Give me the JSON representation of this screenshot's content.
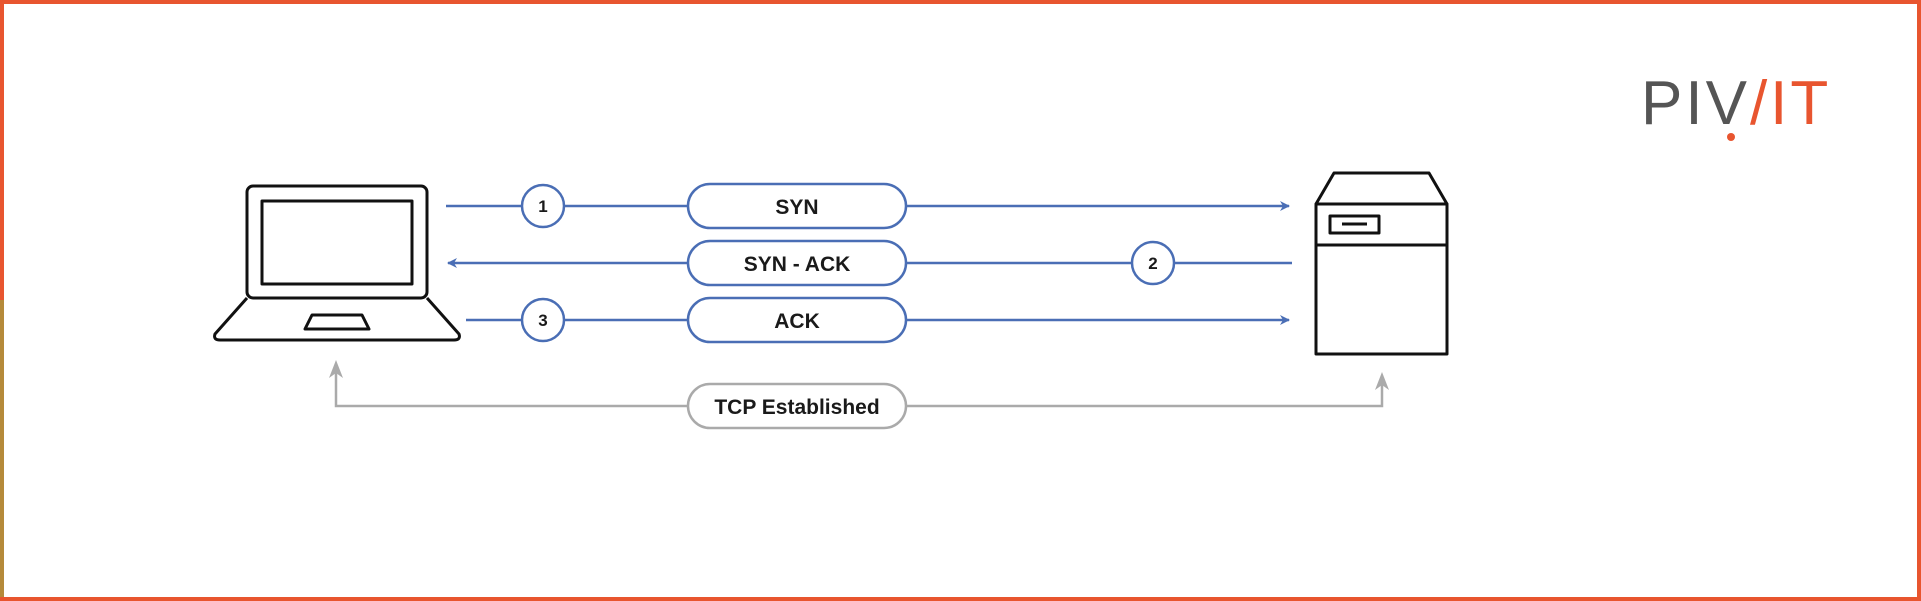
{
  "logo": {
    "text_a": "PI",
    "text_b": "V",
    "text_c": "/IT",
    "colors": {
      "gray": "#555555",
      "orange": "#e8552f"
    }
  },
  "steps": [
    {
      "number": "1",
      "label": "SYN",
      "direction": "client-to-server"
    },
    {
      "number": "2",
      "label": "SYN - ACK",
      "direction": "server-to-client"
    },
    {
      "number": "3",
      "label": "ACK",
      "direction": "client-to-server"
    }
  ],
  "established": {
    "label": "TCP Established"
  },
  "colors": {
    "message": "#4a6eb5",
    "established": "#aaaaaa",
    "device": "#111111",
    "border": "#e8552f"
  },
  "icons": {
    "client": "laptop-icon",
    "server": "server-icon"
  }
}
